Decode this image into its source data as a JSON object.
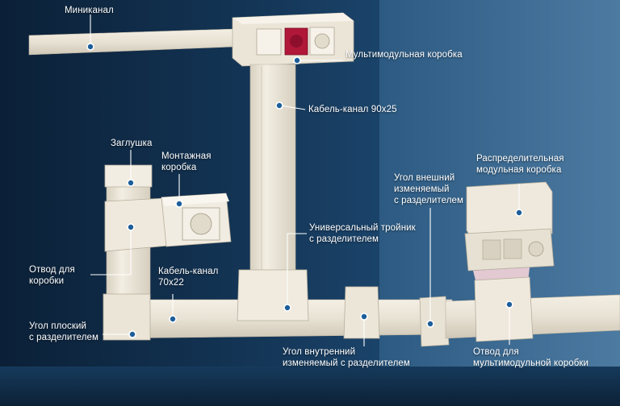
{
  "labels": {
    "minikanal": "Миниканал",
    "multimodul_box": "Мультимодульная коробка",
    "cable_90x25": "Кабель-канал 90x25",
    "zaglushka": "Заглушка",
    "montazh_box": [
      "Монтажная",
      "коробка"
    ],
    "distrib_box": [
      "Распределительная",
      "модульная коробка"
    ],
    "outer_corner": [
      "Угол внешний",
      "изменяемый",
      "с разделителем"
    ],
    "tee": [
      "Универсальный тройник",
      "с разделителем"
    ],
    "box_branch": [
      "Отвод для",
      "коробки"
    ],
    "cable_70x22": [
      "Кабель-канал",
      "70x22"
    ],
    "flat_corner": [
      "Угол плоский",
      "с разделителем"
    ],
    "inner_corner": [
      "Угол внутренний",
      "изменяемый с разделителем"
    ],
    "multimodul_branch": [
      "Отвод для",
      "мультимодульной коробки"
    ]
  },
  "colors": {
    "wall_dark": "#0e2a44",
    "wall_light": "#3f6b92",
    "trunking": "#ece6d8",
    "leader": "#ffffff",
    "marker": "#1c5e9a",
    "socket_red": "#b01738"
  }
}
